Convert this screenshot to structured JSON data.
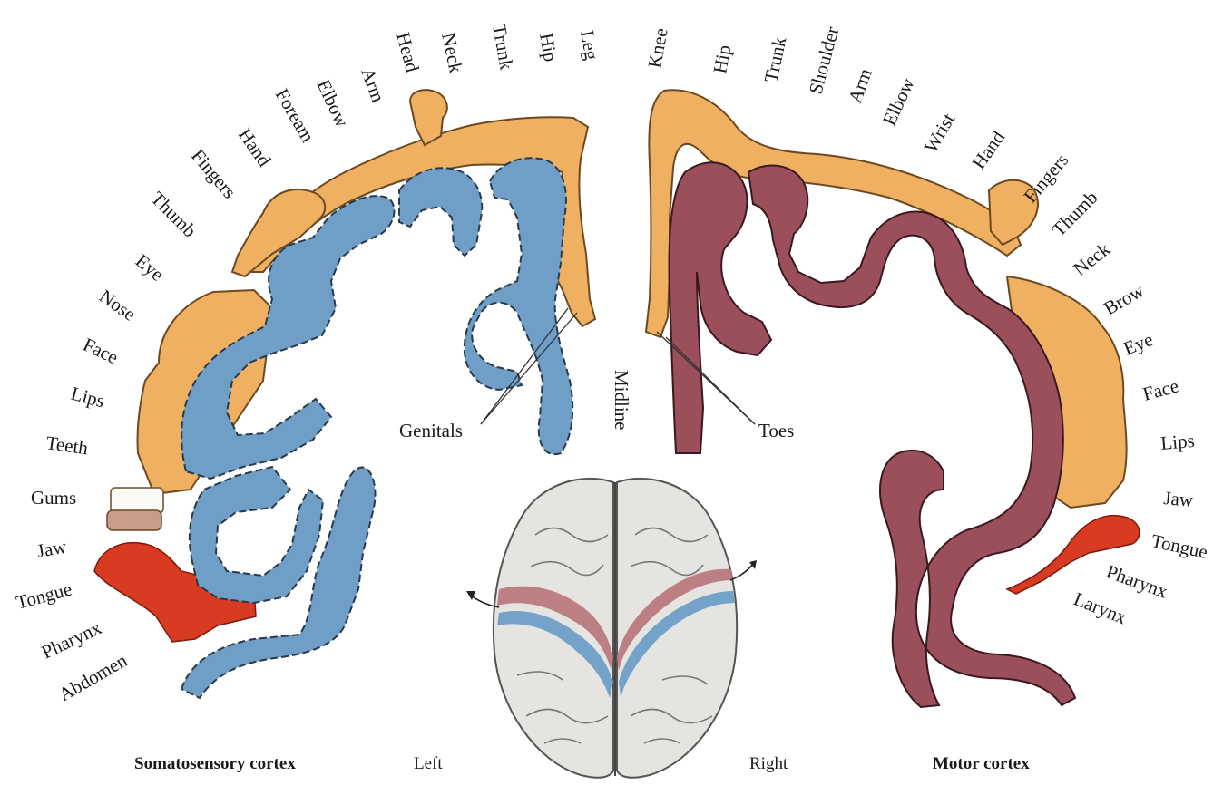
{
  "sensory_labels": [
    "Leg",
    "Hip",
    "Trunk",
    "Neck",
    "Head",
    "Arm",
    "Elbow",
    "Foream",
    "Hand",
    "Fingers",
    "Thumb",
    "Eye",
    "Nose",
    "Face",
    "Lips",
    "Teeth",
    "Gums",
    "Jaw",
    "Tongue",
    "Pharynx",
    "Abdomen"
  ],
  "motor_labels": [
    "Knee",
    "Hip",
    "Trunk",
    "Shoulder",
    "Arm",
    "Elbow",
    "Wrist",
    "Hand",
    "Fingers",
    "Thumb",
    "Neck",
    "Brow",
    "Eye",
    "Face",
    "Lips",
    "Jaw",
    "Tongue",
    "Pharynx",
    "Larynx"
  ],
  "callouts": {
    "genitals": "Genitals",
    "toes": "Toes",
    "midline": "Midline"
  },
  "captions": {
    "somatosensory": "Somatosensory cortex",
    "motor": "Motor cortex",
    "left": "Left",
    "right": "Right"
  },
  "colors": {
    "sensory": "#6f9ec7",
    "motor": "#9a4f5a",
    "body": "#efb062",
    "mouth": "#d83a22",
    "brain": "#e6e4e1"
  }
}
